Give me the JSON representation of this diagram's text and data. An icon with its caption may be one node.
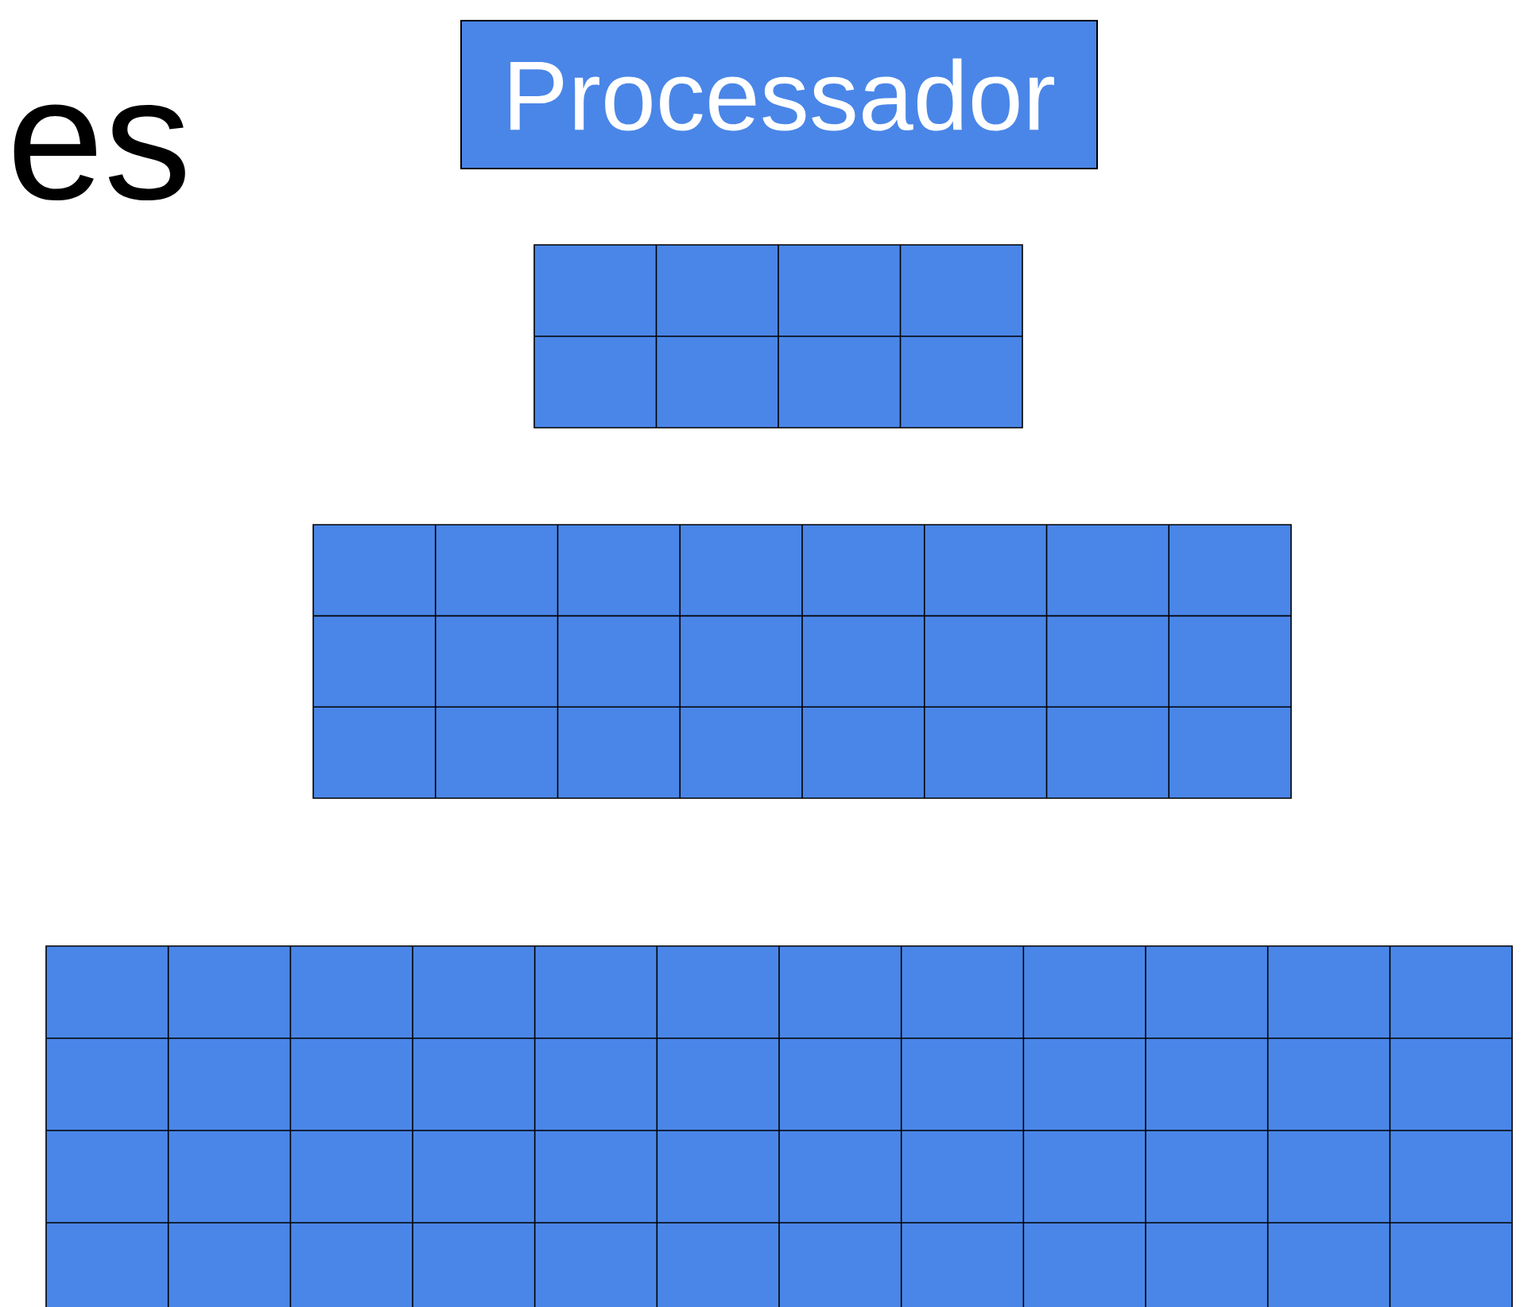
{
  "diagram": {
    "nodes": [
      {
        "text": [
          "Processador"
        ]
      },
      {
        "text": [],
        "shape": "box"
      },
      {
        "text": [],
        "shape": "box"
      },
      {
        "text": [],
        "shape": "box"
      }
    ],
    "labels": [
      "es"
    ]
  }
}
